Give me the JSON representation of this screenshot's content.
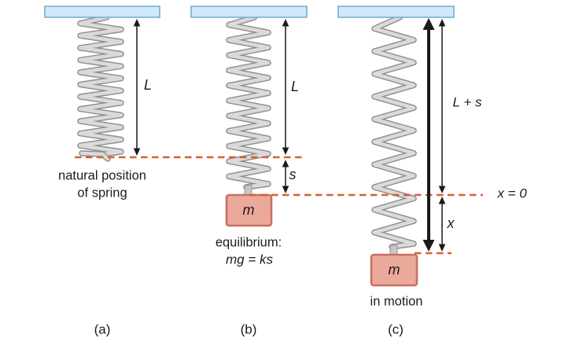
{
  "figure": {
    "title": "hanging spring-mass system diagram",
    "colors": {
      "ceiling_fill": "#cfe9f8",
      "ceiling_border": "#76aed2",
      "spring_light": "#dadada",
      "spring_dark": "#8f8f8f",
      "mass_fill": "#eba99c",
      "mass_border": "#c9705f",
      "dashed_line": "#d95f2e",
      "arrow": "#1a1a1a",
      "text": "#1c1c1c"
    }
  },
  "panels": {
    "a": {
      "caption": "(a)",
      "length_label": "L",
      "note1": "natural position",
      "note2": "of spring"
    },
    "b": {
      "caption": "(b)",
      "length_label": "L",
      "stretch_label": "s",
      "mass_label": "m",
      "note1": "equilibrium:",
      "note2": "mg = ks"
    },
    "c": {
      "caption": "(c)",
      "total_label": "L + s",
      "displacement_label": "x",
      "axis_label": "x = 0",
      "mass_label": "m",
      "note1": "in motion"
    }
  }
}
